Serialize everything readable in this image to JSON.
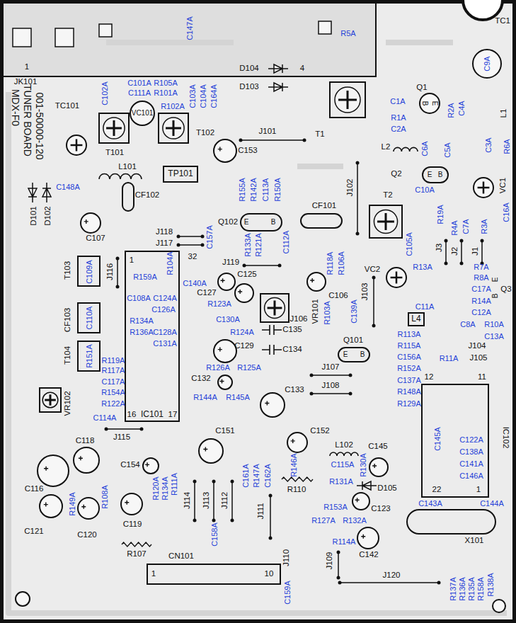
{
  "diagram": {
    "nodes": [
      {
        "text": [
          "TP101"
        ]
      },
      {
        "text": [
          "IC101"
        ]
      },
      {
        "text": [
          "L4"
        ]
      }
    ],
    "labels": [
      "C147A",
      "R5A",
      "TC1",
      "C9A",
      "1",
      "D104",
      "4",
      "JK101",
      "D103",
      "C101A",
      "R105A",
      "C111A",
      "R101A",
      "MDX-F0",
      "TUNER BOARD",
      "001-50000-120",
      "C102A",
      "Q1",
      "C1A",
      "B",
      "E",
      "R2A",
      "C4A",
      "L1",
      "R1A",
      "C2A",
      "TC101",
      "R102A",
      "C103A",
      "C104A",
      "C164A",
      "VC101",
      "T1",
      "T102",
      "J101",
      "C3A",
      "R6A",
      "L2",
      "C6A",
      "C5A",
      "T101",
      "C153",
      "Q2",
      "E",
      "B",
      "L101",
      "VC1",
      "C148A",
      "R155A",
      "R142A",
      "C113A",
      "R150A",
      "J102",
      "C10A",
      "T2",
      "CF102",
      "CF101",
      "D101",
      "D102",
      "C16A",
      "R19A",
      "Q102",
      "E",
      "B",
      "R4A",
      "C7A",
      "R3A",
      "J118",
      "C157A",
      "C107",
      "C112A",
      "R133A",
      "R121A",
      "J117",
      "C105A",
      "J3",
      "J2",
      "J1",
      "32",
      "R104A",
      "1",
      "J119",
      "R118A",
      "R106A",
      "T103",
      "C109A",
      "J116",
      "R13A",
      "VC2",
      "R7A",
      "C125",
      "R159A",
      "R8A",
      "E",
      "C140A",
      "C127",
      "C17A",
      "Q3",
      "B",
      "C106",
      "C108A",
      "C124A",
      "R14A",
      "C139A",
      "R103A",
      "J103",
      "R123A",
      "C11A",
      "C126A",
      "VR101",
      "C12A",
      "CF103",
      "C110A",
      "R134A",
      "C130A",
      "J106",
      "C8A",
      "R10A",
      "C135",
      "R124A",
      "R136A",
      "C128A",
      "R113A",
      "C13A",
      "Q101",
      "C131A",
      "R115A",
      "J104",
      "C129",
      "C134",
      "E",
      "B",
      "T104",
      "R151A",
      "C156A",
      "R11A",
      "J105",
      "R119A",
      "R126A",
      "R125A",
      "J107",
      "R152A",
      "R117A",
      "C132",
      "C137A",
      "12",
      "11",
      "C117A",
      "J108",
      "C133",
      "R148A",
      "R154A",
      "R144A",
      "R145A",
      "R129A",
      "VR102",
      "R122A",
      "16",
      "17",
      "C114A",
      "C151",
      "C152",
      "C118",
      "J115",
      "C145A",
      "C122A",
      "L102",
      "C145",
      "C138A",
      "R146A",
      "C115A",
      "R130A",
      "C154",
      "C141A",
      "C161A",
      "R147A",
      "C162A",
      "C146A",
      "R131A",
      "R120A",
      "R134A",
      "R111A",
      "D105",
      "C116",
      "R110",
      "22",
      "1",
      "R108A",
      "R149A",
      "J114",
      "J113",
      "J112",
      "C143A",
      "C144A",
      "R153A",
      "C123",
      "J111",
      "R127A",
      "R132A",
      "C119",
      "C121",
      "C120",
      "C158A",
      "X101",
      "R114A",
      "R107",
      "CN101",
      "C142",
      "J109",
      "J110",
      "1",
      "10",
      "J120",
      "R137A",
      "R136A",
      "R135A",
      "R158A",
      "R138A",
      "C159A",
      "IC102"
    ]
  }
}
